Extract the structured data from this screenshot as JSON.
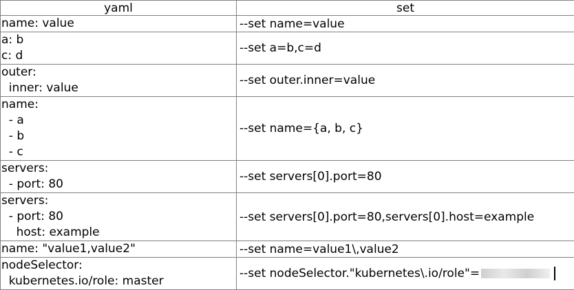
{
  "table": {
    "headers": [
      "yaml",
      "set"
    ],
    "rows": [
      {
        "yaml": [
          "name: value"
        ],
        "set": "--set name=value"
      },
      {
        "yaml": [
          "a: b",
          "c: d"
        ],
        "set": "--set a=b,c=d"
      },
      {
        "yaml": [
          "outer:",
          "  inner: value"
        ],
        "set": "--set outer.inner=value"
      },
      {
        "yaml": [
          "name:",
          "  - a",
          "  - b",
          "  - c"
        ],
        "set": "--set name={a, b, c}"
      },
      {
        "yaml": [
          "servers:",
          "  - port: 80"
        ],
        "set": "--set servers[0].port=80"
      },
      {
        "yaml": [
          "servers:",
          "  - port: 80",
          "    host: example"
        ],
        "set": "--set servers[0].port=80,servers[0].host=example"
      },
      {
        "yaml": [
          "name: \"value1,value2\""
        ],
        "set": "--set name=value1\\,value2"
      },
      {
        "yaml": [
          "nodeSelector:",
          "  kubernetes.io/role: master"
        ],
        "set": "--set nodeSelector.\"kubernetes\\.io/role\"="
      }
    ]
  }
}
